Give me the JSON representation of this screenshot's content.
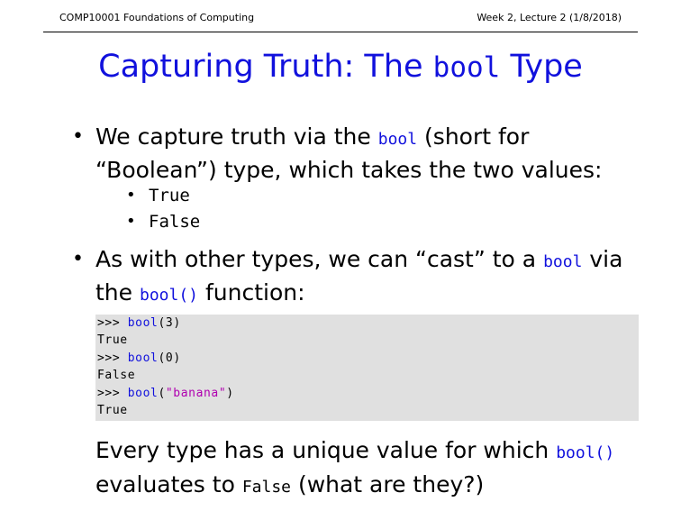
{
  "header": {
    "course": "COMP10001 Foundations of Computing",
    "lecture": "Week 2, Lecture 2 (1/8/2018)"
  },
  "title": {
    "before": "Capturing Truth: The ",
    "code": "bool",
    "after": " Type"
  },
  "bullets": [
    {
      "line1_before": "We capture truth via the ",
      "line1_code": "bool",
      "line1_after": " (short for",
      "line2": "“Boolean”) type, which takes the two values:",
      "subitems": [
        "True",
        "False"
      ]
    },
    {
      "line1_before": "As with other types, we can “cast” to a ",
      "line1_code": "bool",
      "line1_after": " via",
      "line2_before": "the ",
      "line2_code": "bool()",
      "line2_after": " function:"
    }
  ],
  "code_lines": [
    {
      "prompt": ">>> ",
      "func": "bool",
      "open": "(",
      "arg": "3",
      "close": ")"
    },
    {
      "output": "True"
    },
    {
      "prompt": ">>> ",
      "func": "bool",
      "open": "(",
      "arg": "0",
      "close": ")"
    },
    {
      "output": "False"
    },
    {
      "prompt": ">>> ",
      "func": "bool",
      "open": "(",
      "arg": "\"banana\"",
      "close": ")"
    },
    {
      "output": "True"
    }
  ],
  "closing": {
    "line1_before": "Every type has a unique value for which ",
    "line1_code": "bool()",
    "line2_before": "evaluates to ",
    "line2_code": "False",
    "line2_after": " (what are they?)"
  },
  "colors": {
    "title": "#1111dd",
    "keyword": "#1111dd",
    "string": "#b000b0",
    "code_bg": "#e0e0e0"
  },
  "bullet_glyph": "•"
}
